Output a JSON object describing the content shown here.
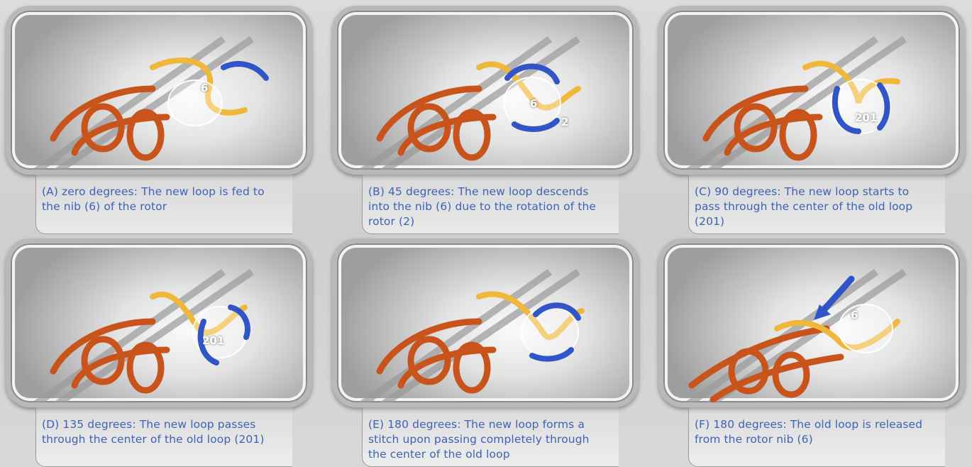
{
  "panels": [
    {
      "caption": "(A) zero degrees: The new loop is fed to the nib (6) of the rotor",
      "labels": [
        "6"
      ]
    },
    {
      "caption": "(B) 45 degrees: The new loop descends into the nib (6) due to the rotation of the rotor (2)",
      "labels": [
        "6",
        "2"
      ]
    },
    {
      "caption": "(C) 90 degrees: The new loop starts to pass through the center of the old loop (201)",
      "labels": [
        "201"
      ]
    },
    {
      "caption": "(D) 135 degrees: The new loop passes through the center of the old loop (201)",
      "labels": [
        "201"
      ]
    },
    {
      "caption": "(E) 180 degrees: The new loop forms a stitch upon passing completely through the center of the old loop",
      "labels": []
    },
    {
      "caption": "(F) 180 degrees: The old loop is released from the rotor nib (6)",
      "labels": [
        "6"
      ]
    }
  ],
  "colors": {
    "caption_text": "#3d62b8",
    "old_loop": "#c8541c",
    "new_yarn": "#f0b83a",
    "arrow": "#2f55c8"
  }
}
